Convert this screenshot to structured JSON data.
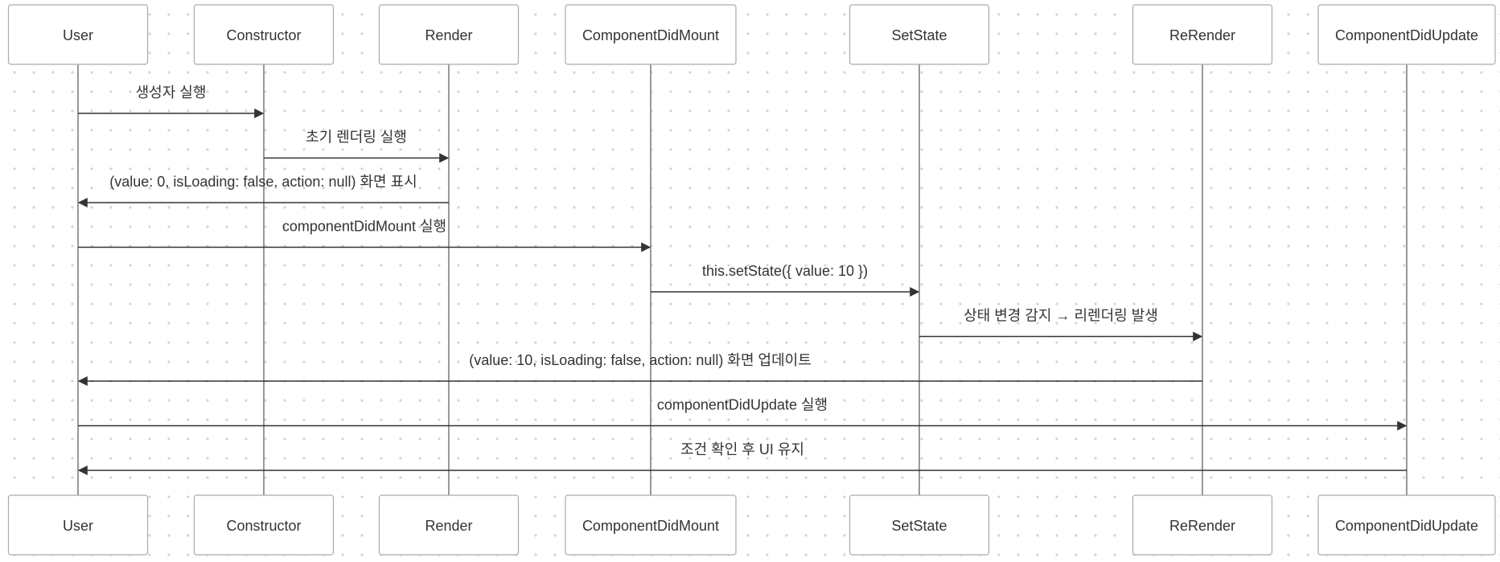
{
  "diagram": {
    "type": "sequence",
    "participants": [
      {
        "id": "user",
        "label": "User"
      },
      {
        "id": "constructor",
        "label": "Constructor"
      },
      {
        "id": "render",
        "label": "Render"
      },
      {
        "id": "componentdidmount",
        "label": "ComponentDidMount"
      },
      {
        "id": "setstate",
        "label": "SetState"
      },
      {
        "id": "rerender",
        "label": "ReRender"
      },
      {
        "id": "componentdidupdate",
        "label": "ComponentDidUpdate"
      }
    ],
    "messages": [
      {
        "from": "user",
        "to": "constructor",
        "label": "생성자 실행"
      },
      {
        "from": "constructor",
        "to": "render",
        "label": "초기 렌더링 실행"
      },
      {
        "from": "render",
        "to": "user",
        "label": "(value: 0, isLoading: false, action: null) 화면 표시"
      },
      {
        "from": "user",
        "to": "componentdidmount",
        "label": "componentDidMount 실행"
      },
      {
        "from": "componentdidmount",
        "to": "setstate",
        "label": "this.setState({ value: 10 })"
      },
      {
        "from": "setstate",
        "to": "rerender",
        "label": "상태 변경 감지 → 리렌더링 발생"
      },
      {
        "from": "rerender",
        "to": "user",
        "label": "(value: 10, isLoading: false, action: null) 화면 업데이트"
      },
      {
        "from": "user",
        "to": "componentdidupdate",
        "label": "componentDidUpdate 실행"
      },
      {
        "from": "componentdidupdate",
        "to": "user",
        "label": "조건 확인 후 UI 유지"
      }
    ],
    "colors": {
      "line": "#333333",
      "lifeline": "#999999",
      "box_border": "#aaaaaa",
      "box_fill": "#ffffff",
      "text": "#333333"
    }
  }
}
